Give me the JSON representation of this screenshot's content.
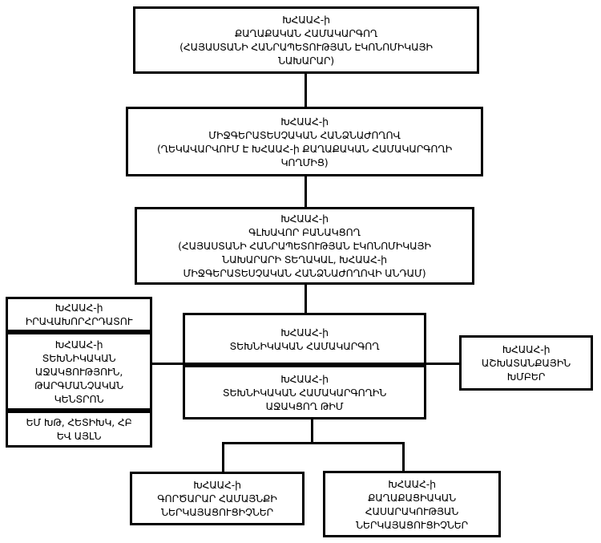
{
  "diagram": {
    "language": "Armenian",
    "type": "org-chart",
    "colors": {
      "background": "#ffffff",
      "border": "#000000",
      "text": "#000000"
    },
    "boxes": {
      "political_coordinator": "ԽՀԱԱՀ-ի\nՔԱՂԱՔԱԿԱՆ ՀԱՄԱԿԱՐԳՈՂ\n(ՀԱՅԱՍՏԱՆԻ ՀԱՆՐԱՊԵՏՈՒԹՅԱՆ ԷԿՈՆՈՄԻԿԱՅԻ\nՆԱԽԱՐԱՐ)",
      "interagency_commission": "ԽՀԱԱՀ-ի\nՄԻՋԳԵՐԱՏԵՍՉԱԿԱՆ ՀԱՆՁՆԱԺՈՂՈՎ\n(ՂԵԿԱՎԱՐՎՈՒՄ Է ԽՀԱԱՀ-ի ՔԱՂԱՔԱԿԱՆ ՀԱՄԱԿԱՐԳՈՂԻ\nԿՈՂՄԻՑ)",
      "chief_negotiator": "ԽՀԱԱՀ-ի\nԳԼԽԱՎՈՐ ԲԱՆԱԿՑՈՂ\n(ՀԱՅԱՍՏԱՆԻ ՀԱՆՐԱՊԵՏՈՒԹՅԱՆ ԷԿՈՆՈՄԻԿԱՅԻ\nՆԱԽԱՐԱՐԻ ՏԵՂԱԿԱԼ, ԽՀԱԱՀ-ի\nՄԻՋԳԵՐԱՏԵՍՉԱԿԱՆ ՀԱՆՁՆԱԺՈՂՈՎԻ ԱՆԴԱՄ)",
      "legal_advisor": "ԽՀԱԱՀ-ի\nԻՐԱՎԱԽՈՐՀՐԴԱՏՈՒ",
      "technical_assistance": "ԽՀԱԱՀ-ի\nՏԵԽՆԻԿԱԿԱՆ\nԱՋԱԿՑՈՒԹՅՈՒՆ,\nԹԱՐԳՄԱՆՉԱԿԱՆ\nԿԵՆՏՐՈՆ",
      "donors": "ԵՄ ԽԹ, ՀԵՏԻԽԿ, ՀԲ\nԵՎ ԱՅԼՆ",
      "technical_coordinator": "ԽՀԱԱՀ-ի\nՏԵԽՆԻԿԱԿԱՆ ՀԱՄԱԿԱՐԳՈՂ",
      "support_team": "ԽՀԱԱՀ-ի\nՏԵԽՆԻԿԱԿԱՆ ՀԱՄԱԿԱՐԳՈՂԻՆ\nԱՋԱԿՑՈՂ ԹԻՄ",
      "working_groups": "ԽՀԱԱՀ-ի\nԱՇԽԱՏԱՆՔԱՅԻՆ\nԽՄԲԵՐ",
      "business_community": "ԽՀԱԱՀ-ի\nԳՈՐԾԱՐԱՐ ՀԱՄԱՅՆՔԻ\nՆԵՐԿԱՅԱՑՈՒՑԻՉՆԵՐ",
      "civil_society": "ԽՀԱԱՀ-ի\nՔԱՂԱՔԱՑԻԱԿԱՆ\nՀԱՍԱՐԱԿՈՒԹՅԱՆ\nՆԵՐԿԱՅԱՑՈՒՑԻՉՆԵՐ"
    }
  }
}
